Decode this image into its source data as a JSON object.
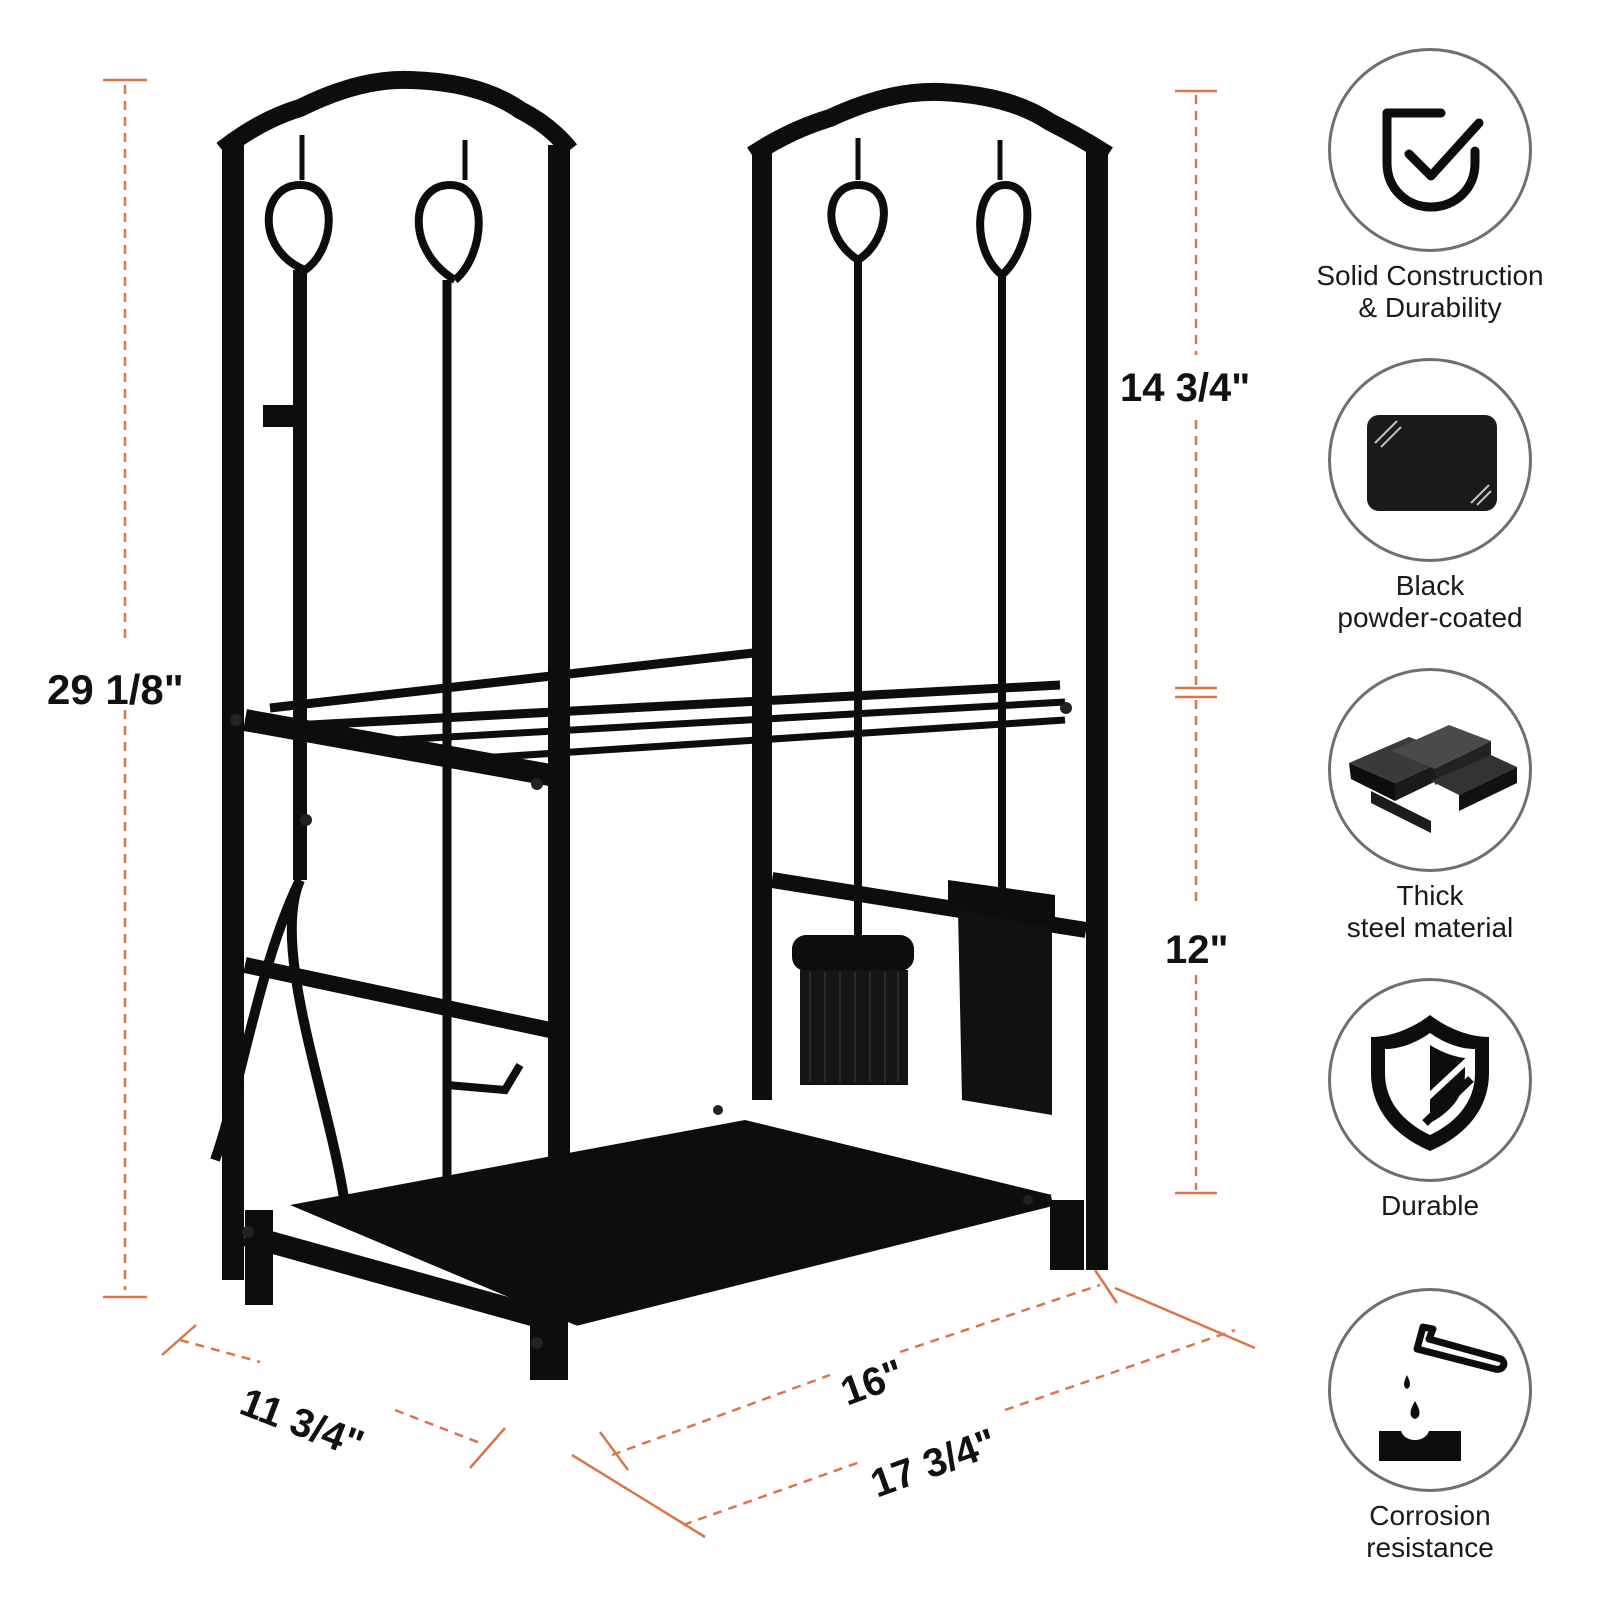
{
  "colors": {
    "dimension_line": "#d9764a",
    "product": "#0d0d0d",
    "circle_border": "#6f6f6f"
  },
  "dimensions": {
    "total_height": "29  1/8\"",
    "upper_height": "14 3/4\"",
    "lower_height": "12\"",
    "depth": "11 3/4\"",
    "inner_width": "16\"",
    "outer_width": "17 3/4\""
  },
  "features": [
    {
      "icon": "shield-check-icon",
      "lines": [
        "Solid Construction",
        "& Durability"
      ]
    },
    {
      "icon": "black-panel-icon",
      "lines": [
        "Black",
        "powder-coated"
      ]
    },
    {
      "icon": "steel-bars-icon",
      "lines": [
        "Thick",
        "steel material"
      ]
    },
    {
      "icon": "durable-shield-icon",
      "lines": [
        "Durable"
      ]
    },
    {
      "icon": "corrosion-test-tube-icon",
      "lines": [
        "Corrosion",
        "resistance"
      ]
    }
  ]
}
